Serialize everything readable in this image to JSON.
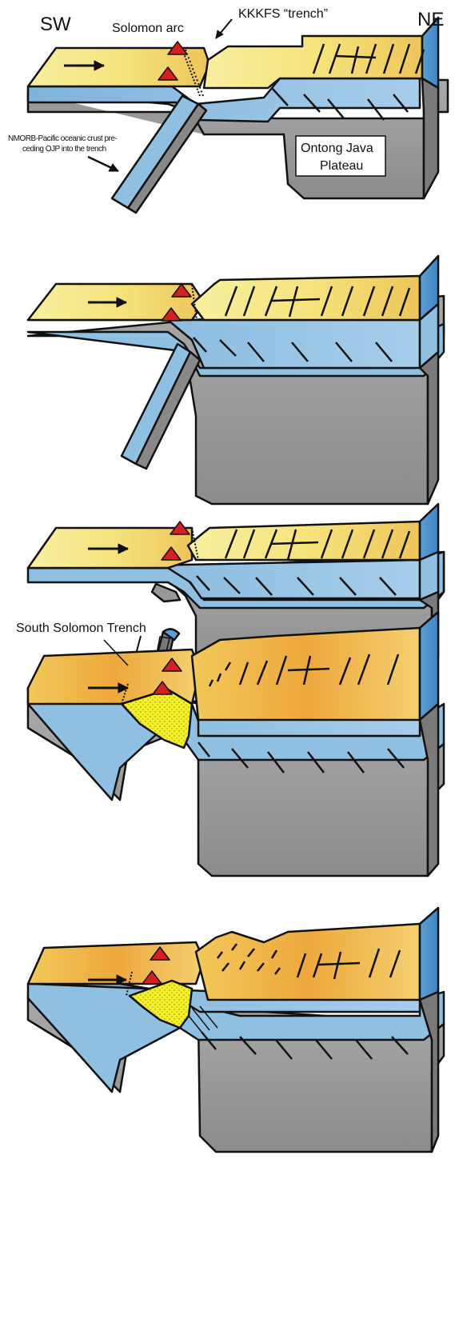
{
  "labels": {
    "sw": "SW",
    "ne": "NE",
    "solomon_arc": "Solomon arc",
    "kkkfs_trench": "KKKFS “trench”",
    "nmorb_line1": "NMORB-Pacific oceanic crust pre-",
    "nmorb_line2": "ceding OJP into the trench",
    "ontong_line1": "Ontong Java",
    "ontong_line2": "Plateau",
    "south_solomon_trench": "South Solomon Trench"
  },
  "colors": {
    "yellow_crust": "#f7ec8a",
    "orange_crust": "#f0b040",
    "blue_layer": "#8fc0e2",
    "grey_mantle": "#a0a0a0",
    "sediment": "#f5f028",
    "volcano_red": "#d42020",
    "outline": "#111111"
  }
}
